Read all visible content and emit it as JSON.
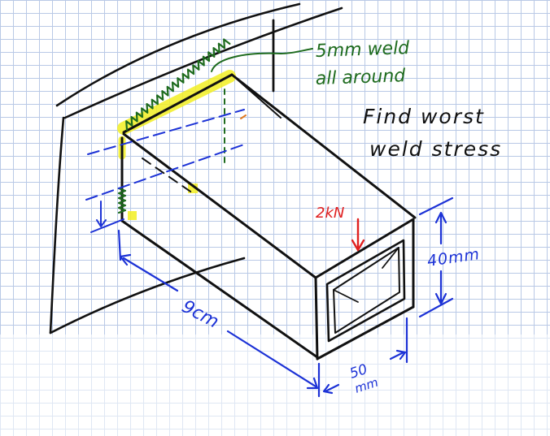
{
  "annotations": {
    "weld_line1": "5mm weld",
    "weld_line2": "all around",
    "task_line1": "Find worst",
    "task_line2": "weld stress",
    "load": "2kN",
    "height_dim": "40mm",
    "length_dim": "9cm",
    "width_dim_top": "50",
    "width_dim_bottom": "mm"
  },
  "colors": {
    "ink": "#111111",
    "weld": "#1e6b1e",
    "highlight": "#f2ee22",
    "dimension": "#1c32d6",
    "load": "#e02020",
    "grid": "#b9c9e6"
  }
}
